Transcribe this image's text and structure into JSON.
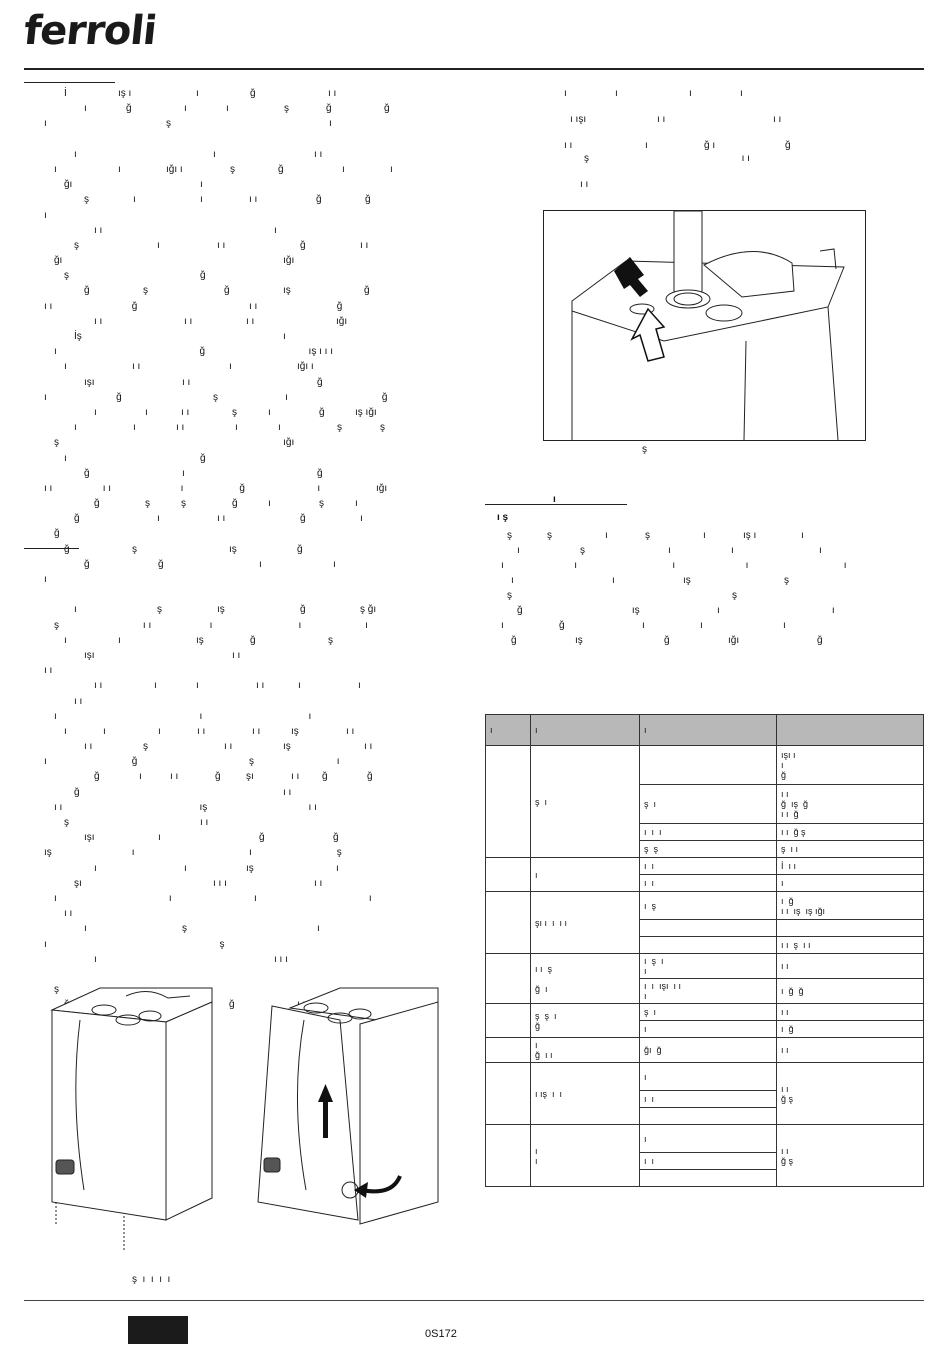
{
  "brand": "ferroli",
  "doc_code": "0S172",
  "left_col": {
    "lines": [
      [
        "İ",
        "ış ı",
        "ı",
        "ğ",
        "ı ı"
      ],
      [
        "ı",
        "ğ",
        "ı",
        "ı",
        "ş",
        "ğ",
        "ğ"
      ],
      [
        "ı",
        "ş",
        "ı"
      ],
      [
        ""
      ],
      [
        "ı",
        "ı",
        "ı ı"
      ],
      [
        "ı",
        "ı",
        "ığı ı",
        "ş",
        "ğ",
        "ı",
        "ı"
      ],
      [
        "ğı",
        "ı"
      ],
      [
        "ş",
        "ı",
        "ı",
        "ı ı",
        "ğ",
        "ğ"
      ],
      [
        "ı"
      ],
      [
        "ı ı",
        "ı"
      ],
      [
        "ş",
        "ı",
        "ı ı",
        "ğ",
        "ı ı"
      ],
      [
        "ğı",
        "ığı"
      ],
      [
        "ş",
        "ğ"
      ],
      [
        "ğ",
        "ş",
        "ğ",
        "ış",
        "ğ"
      ],
      [
        "ı ı",
        "ğ",
        "ı ı",
        "ğ"
      ],
      [
        "ı ı",
        "ı ı",
        "ı ı",
        "ığı"
      ],
      [
        "İş",
        "ı"
      ],
      [
        "ı",
        "ğ",
        "ış ı ı ı"
      ],
      [
        "ı",
        "ı ı",
        "ı",
        "ığı ı"
      ],
      [
        "ışı",
        "ı ı",
        "ğ"
      ],
      [
        "ı",
        "ğ",
        "ş",
        "ı",
        "ğ"
      ],
      [
        "ı",
        "ı",
        "ı ı",
        "ş",
        "ı",
        "ğ",
        "ış ığı"
      ],
      [
        "ı",
        "ı",
        "ı ı",
        "ı",
        "ı",
        "ş",
        "ş"
      ],
      [
        "ş",
        "ığı"
      ],
      [
        "ı",
        "ğ"
      ],
      [
        "ğ",
        "ı",
        "ğ"
      ],
      [
        "ı ı",
        "ı ı",
        "ı",
        "ğ",
        "ı",
        "ığı"
      ],
      [
        "ğ",
        "ş",
        "ş",
        "ğ",
        "ı",
        "ş",
        "ı"
      ],
      [
        "ğ",
        "ı",
        "ı ı",
        "ğ",
        "ı"
      ],
      [
        "ğ"
      ],
      [
        "ğ",
        "ş",
        "ış",
        "ğ"
      ],
      [
        "ğ",
        "ğ",
        "ı",
        "ı"
      ],
      [
        "ı"
      ],
      [
        ""
      ],
      [
        "ı",
        "ş",
        "ış",
        "ğ",
        "ş ğı"
      ],
      [
        "ş",
        "ı ı",
        "ı",
        "ı",
        "ı"
      ],
      [
        "ı",
        "ı",
        "ış",
        "ğ",
        "ş"
      ],
      [
        "ışı",
        "ı ı"
      ],
      [
        "ı ı"
      ],
      [
        "ı ı",
        "ı",
        "ı",
        "ı ı",
        "ı",
        "ı"
      ],
      [
        "ı ı"
      ],
      [
        "ı",
        "ı",
        "ı"
      ],
      [
        "ı",
        "ı",
        "ı",
        "ı ı",
        "ı ı",
        "ış",
        "ı ı"
      ],
      [
        "ı ı",
        "ş",
        "ı ı",
        "ış",
        "ı ı"
      ],
      [
        "ı",
        "ğ",
        "ş",
        "ı"
      ],
      [
        "ğ",
        "ı",
        "ı ı",
        "ğ",
        "şı",
        "ı ı",
        "ğ",
        "ğ"
      ],
      [
        "ğ",
        "ı ı"
      ],
      [
        "ı ı",
        "ış",
        "ı ı"
      ],
      [
        "ş",
        "ı ı"
      ],
      [
        "ışı",
        "ı",
        "ğ",
        "ğ"
      ],
      [
        "ış",
        "ı",
        "ı",
        "ş"
      ],
      [
        "ı",
        "ı",
        "ış",
        "ı"
      ],
      [
        "şı",
        "ı ı ı",
        "ı ı"
      ],
      [
        "ı",
        "ı",
        "ı",
        "ı"
      ],
      [
        "ı ı"
      ],
      [
        "ı",
        "ş",
        "ı"
      ],
      [
        "ı",
        "ş"
      ],
      [
        "ı",
        "ı ı ı"
      ],
      [
        ""
      ],
      [
        "ş"
      ],
      [
        "ğ",
        "ı ı ı",
        "ğ",
        "ı ı"
      ]
    ],
    "section1_label": "ı ı",
    "section2_label": "ı"
  },
  "right_col": {
    "top_lines": [
      [
        "ı",
        "ı",
        "ı",
        "ı"
      ],
      [
        ""
      ],
      [
        "ı ışı",
        "ı ı",
        "ı ı"
      ],
      [
        ""
      ],
      [
        "ı ı",
        "ı",
        "ğ ı",
        "ğ"
      ],
      [
        "ş",
        "ı ı"
      ],
      [
        ""
      ],
      [
        "ı ı"
      ]
    ],
    "fig_right_caption": "ş",
    "section3_label": "ı",
    "section3_heading": "ı ş",
    "para_lines": [
      [
        "ş",
        "ş",
        "ı",
        "ş",
        "ı",
        "ış ı",
        "ı"
      ],
      [
        "ı",
        "ş",
        "ı",
        "ı",
        "ı"
      ],
      [
        "ı",
        "ı",
        "ı",
        "ı",
        "ı"
      ],
      [
        "ı",
        "ı",
        "ış",
        "ş"
      ],
      [
        "ş",
        "ş"
      ],
      [
        "ğ",
        "ış",
        "ı",
        "ı"
      ],
      [
        "ı",
        "ğ",
        "ı",
        "ı",
        "ı"
      ],
      [
        "ğ",
        "ış",
        "ğ",
        "ığı",
        "ğ"
      ]
    ]
  },
  "fig_left_caption": "ş  ı  ı  ı  ı",
  "fault_table": {
    "header": [
      "ı",
      "ı",
      "ı",
      ""
    ],
    "rows": [
      {
        "code": "",
        "desc": "ş  ı",
        "causes": [
          "",
          "ş  ı",
          "ı  ı  ı",
          "ş  ş"
        ],
        "fixes": [
          "ışı ı\nı\nğ",
          "ı ı\nğ  ış  ğ\nı ı  ğ",
          "ı ı  ğ ş",
          "ş  ı ı"
        ]
      },
      {
        "code": "",
        "desc": "ı",
        "causes": [
          "ı  ı",
          "ı  ı"
        ],
        "fixes": [
          "İ  ı ı",
          "ı"
        ]
      },
      {
        "code": "",
        "desc": "şı ı  ı  ı ı",
        "causes": [
          "ı  ş",
          "",
          ""
        ],
        "fixes": [
          "ı  ğ\nı ı  ış  ış ığı",
          "",
          "ı ı  ş  ı ı"
        ]
      },
      {
        "code": "",
        "desc": "ı ı  ş\n\nğ  ı",
        "causes": [
          "ı  ş  ı\nı",
          "ı  ı  ışı  ı ı\nı"
        ],
        "fixes": [
          "ı ı",
          "ı  ğ  ğ"
        ]
      },
      {
        "code": "",
        "desc": "ş  ş  ı\nğ",
        "causes": [
          "ş  ı",
          "ı"
        ],
        "fixes": [
          "ı ı",
          "ı  ğ"
        ]
      },
      {
        "code": "",
        "desc": "ı\nğ  ı ı",
        "causes": [
          "ğı  ğ"
        ],
        "fixes": [
          "ı ı"
        ]
      },
      {
        "code": "",
        "desc": "ı ış  ı  ı",
        "causes": [
          "ı",
          "ı  ı",
          ""
        ],
        "fixes": [
          "ı ı\nğ ş"
        ]
      },
      {
        "code": "",
        "desc": "ı\nı",
        "causes": [
          "ı",
          "ı  ı",
          ""
        ],
        "fixes": [
          "ı ı\nğ ş"
        ]
      }
    ]
  }
}
